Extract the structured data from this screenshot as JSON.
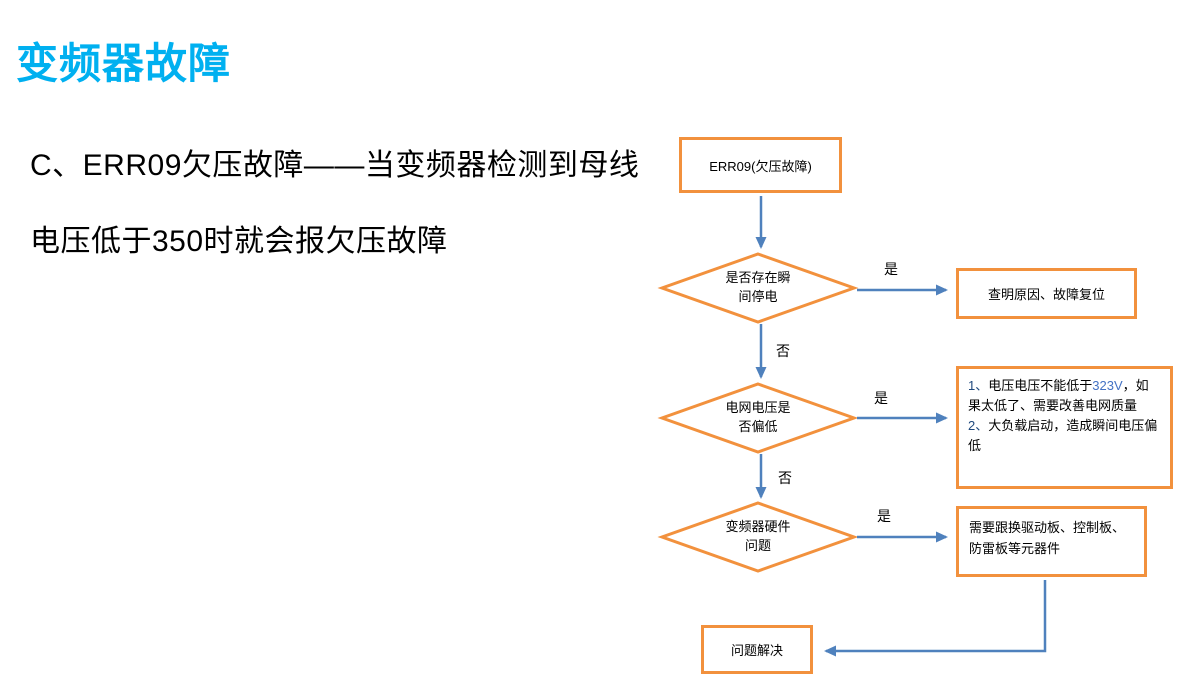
{
  "title": "变频器故障",
  "intro": {
    "line1": "C、ERR09欠压故障——当变频器检测到母线",
    "line2": "电压低于350时就会报欠压故障"
  },
  "flowchart": {
    "start": "ERR09(欠压故障)",
    "decision1": "是否存在瞬\n间停电",
    "decision2": "电网电压是\n否偏低",
    "decision3": "变频器硬件\n问题",
    "result1": "查明原因、故障复位",
    "result2": {
      "item1_num": "1、",
      "item1_pre": "电压电压不能低于",
      "item1_value": "323V",
      "item1_post": "，如果太低了、需要改善电网质量",
      "item2_num": "2、",
      "item2_text": "大负载启动，造成瞬间电压偏低"
    },
    "result3": "需要跟换驱动板、控制板、防雷板等元器件",
    "end": "问题解决",
    "label_yes": "是",
    "label_no": "否"
  },
  "colors": {
    "title": "#00B0F0",
    "node_border": "#F2913D",
    "connector": "#4F81BD",
    "value_highlight": "#4472C4",
    "list_number": "#1F497D"
  }
}
